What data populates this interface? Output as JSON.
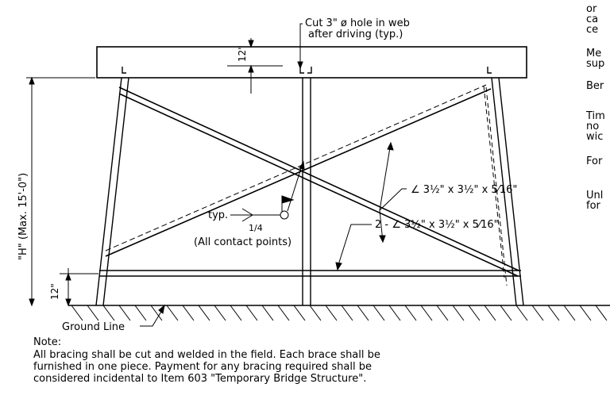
{
  "callouts": {
    "hole_line1": "Cut 3\" ø hole in web",
    "hole_line2": "after driving (typ.)",
    "angle_single": "∠ 3½\" x 3½\" x 5⁄16\"",
    "angle_double": "2 - ∠ 3½\" x 3½\" x 5⁄16\"",
    "weld_typ": "typ.",
    "weld_size": "1/4",
    "contact_points": "(All contact points)",
    "ground_line": "Ground Line"
  },
  "dimensions": {
    "cap_dim": "12\"",
    "height_dim": "\"H\" (Max. 15'-0\")",
    "base_dim": "12\""
  },
  "right_text": {
    "lines": [
      "or",
      "ca",
      "ce",
      "Me",
      "sup",
      "Ber",
      "Tim",
      "no",
      "wic",
      "For",
      "Unl",
      "for"
    ]
  },
  "note": {
    "title": "Note:",
    "lines": [
      "All bracing shall be cut and welded in the field. Each brace shall be",
      "furnished in one piece. Payment for any bracing required shall be",
      "considered incidental to Item 603 \"Temporary Bridge Structure\"."
    ]
  },
  "colors": {
    "ink": "#000000",
    "background": "#ffffff"
  }
}
